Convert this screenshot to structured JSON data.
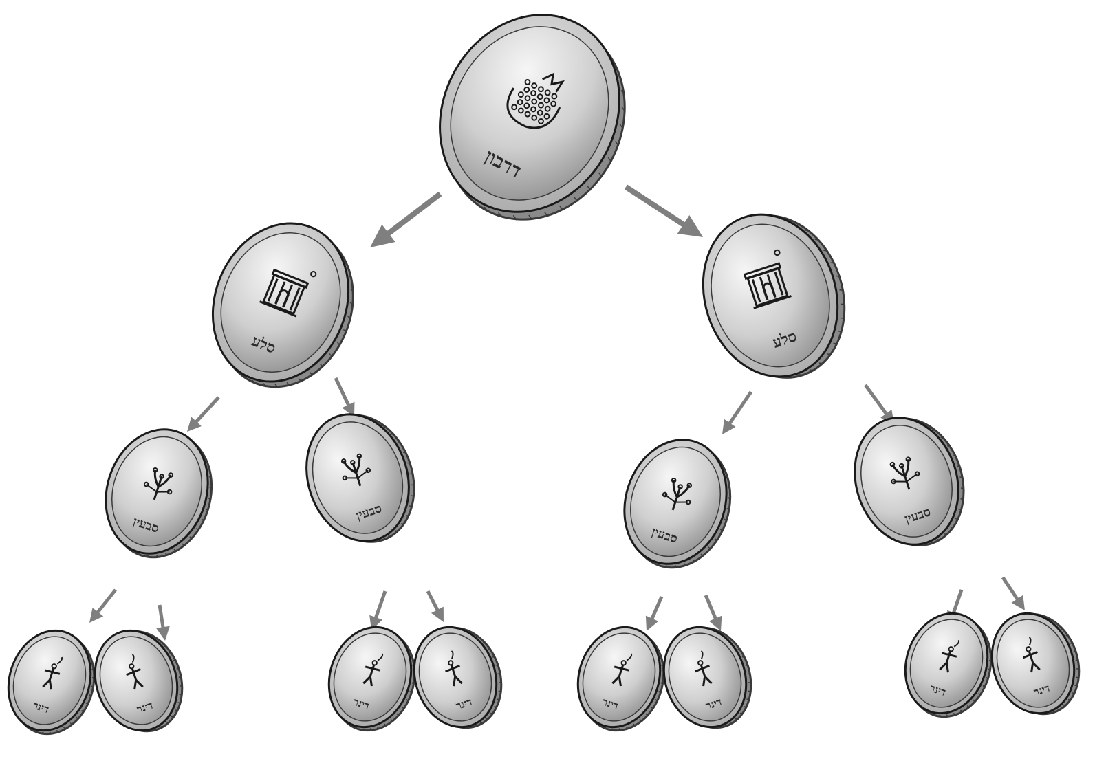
{
  "diagram": {
    "colors": {
      "background": "#ffffff",
      "ink": "#1a1a1a",
      "coin_face": "#cfcfcf",
      "coin_highlight": "#f4f4f4",
      "coin_shadow": "#8a8a8a",
      "coin_edge": "#3a3a3a",
      "arrow": "#7f7f7f"
    },
    "levels": [
      {
        "level": 0,
        "coin_count": 1,
        "label": "דרבון",
        "symbol": "pomegranate",
        "icon": "pomegranate-icon"
      },
      {
        "level": 1,
        "coin_count": 2,
        "label": "סלע",
        "symbol": "temple facade",
        "icon": "temple-facade-icon"
      },
      {
        "level": 2,
        "coin_count": 4,
        "label": "סבעין",
        "symbol": "branch",
        "icon": "branch-icon"
      },
      {
        "level": 3,
        "coin_count": 8,
        "label": "דינר",
        "symbol": "figure",
        "icon": "figure-icon"
      }
    ]
  }
}
